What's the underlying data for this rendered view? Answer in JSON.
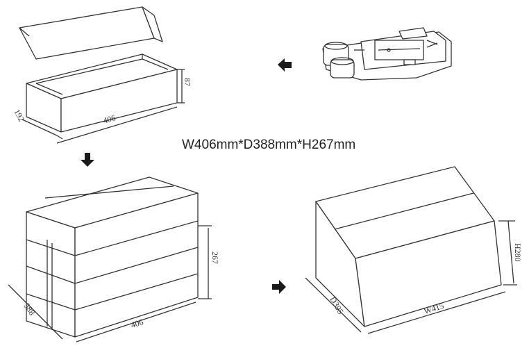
{
  "caption": "W406mm*D388mm*H267mm",
  "open_box": {
    "width_label": "406",
    "depth_label": "192",
    "height_label": "87"
  },
  "stacked_boxes": {
    "width_label": "406",
    "depth_label": "388",
    "height_label": "267"
  },
  "carton": {
    "width_label": "W415",
    "depth_label": "D395",
    "height_label": "H280"
  },
  "arrow_color": "#1a1a1a",
  "line_color": "#333333"
}
